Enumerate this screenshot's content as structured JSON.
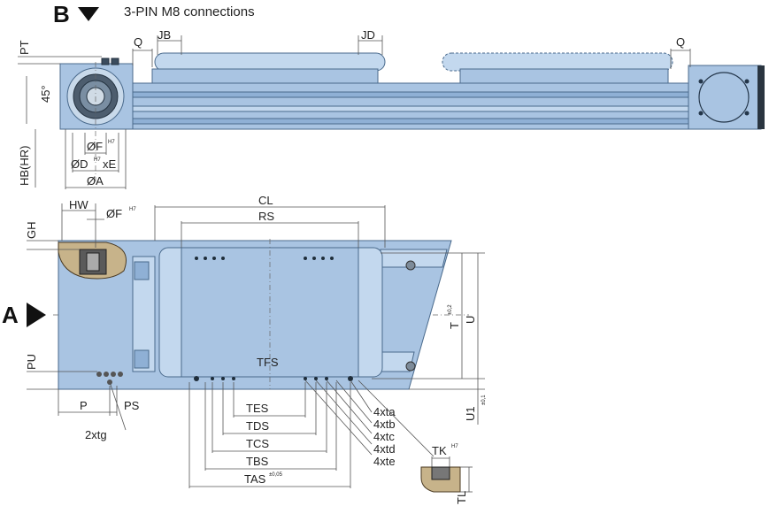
{
  "view_labels": {
    "b": "B",
    "a": "A"
  },
  "connections_note": "3-PIN M8 connections",
  "top_view": {
    "pt": "PT",
    "q_left": "Q",
    "jb": "JB",
    "jd": "JD",
    "q_right": "Q",
    "angle": "45°",
    "hb": "HB(HR)",
    "of": "ØF",
    "of_sup": "H7",
    "od": "ØD",
    "od_sup": "H7",
    "xe": "xE",
    "oa": "ØA"
  },
  "front_view": {
    "hw": "HW",
    "of": "ØF",
    "of_sup": "H7",
    "cl": "CL",
    "rs": "RS",
    "gh": "GH",
    "t": "T",
    "t_sup": "±0,2",
    "u": "U",
    "pu": "PU",
    "tfs": "TFS",
    "p": "P",
    "ps": "PS",
    "u1": "U1",
    "u1_sup": "±0,1",
    "tes": "TES",
    "tds": "TDS",
    "tcs": "TCS",
    "tbs": "TBS",
    "tas": "TAS",
    "tas_sup": "±0,05",
    "xtg": "2xtg",
    "xta": "4xta",
    "xtb": "4xtb",
    "xtc": "4xtc",
    "xtd": "4xtd",
    "xte": "4xte",
    "tk": "TK",
    "tk_sup": "H7",
    "tl": "TL"
  }
}
